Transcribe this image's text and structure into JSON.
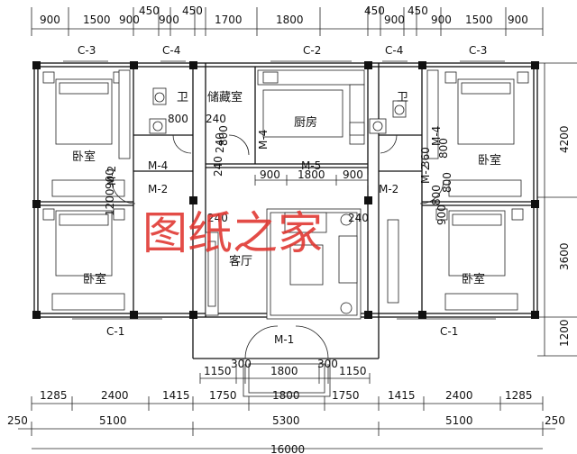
{
  "top_dims": [
    "900",
    "1500",
    "900",
    "450",
    "900",
    "450",
    "1700",
    "1800",
    "450",
    "900",
    "450",
    "900",
    "1500",
    "900"
  ],
  "bottom_row1": [
    "1285",
    "2400",
    "1415",
    "1750",
    "1800",
    "1750",
    "1415",
    "2400",
    "1285"
  ],
  "bottom_row2": [
    "250",
    "5100",
    "5300",
    "5100",
    "250"
  ],
  "bottom_total": "16000",
  "right_dims": [
    "4200",
    "3600",
    "1200"
  ],
  "porch_dims": [
    "1150",
    "300",
    "1800",
    "300",
    "1150"
  ],
  "mid_dims": [
    "900",
    "1800",
    "900"
  ],
  "rooms": {
    "bedroom_tl": "卧室",
    "bedroom_bl": "卧室",
    "bedroom_tr": "卧室",
    "bedroom_br": "卧室",
    "bath_l": "卫",
    "bath_r": "卫",
    "storage": "储藏室",
    "kitchen": "厨房",
    "living": "客厅"
  },
  "windows": {
    "c3_l": "C-3",
    "c4_l": "C-4",
    "c2": "C-2",
    "c4_r": "C-4",
    "c3_r": "C-3",
    "c1_l": "C-1",
    "c1_r": "C-1"
  },
  "doors": {
    "m4_l": "M-4",
    "m2_l1": "M-2",
    "m2_l2": "M-2",
    "m4_k": "M-4",
    "m5": "M-5",
    "m2_r1": "M-2",
    "m2_r2": "M-2",
    "m4_r": "M-4",
    "m1": "M-1"
  },
  "notes": {
    "d800_l": "800",
    "d240_l": "240",
    "d800_k": "800",
    "d240_k": "240",
    "d240_h": "240",
    "d240_lv": "240",
    "d240_lv2": "240",
    "d900_l": "900",
    "d1200": "1200",
    "d800_r": "800",
    "d360": "360",
    "d800_r2": "800",
    "d800_r3": "800",
    "d900_r": "900"
  },
  "watermark": "图纸之家"
}
